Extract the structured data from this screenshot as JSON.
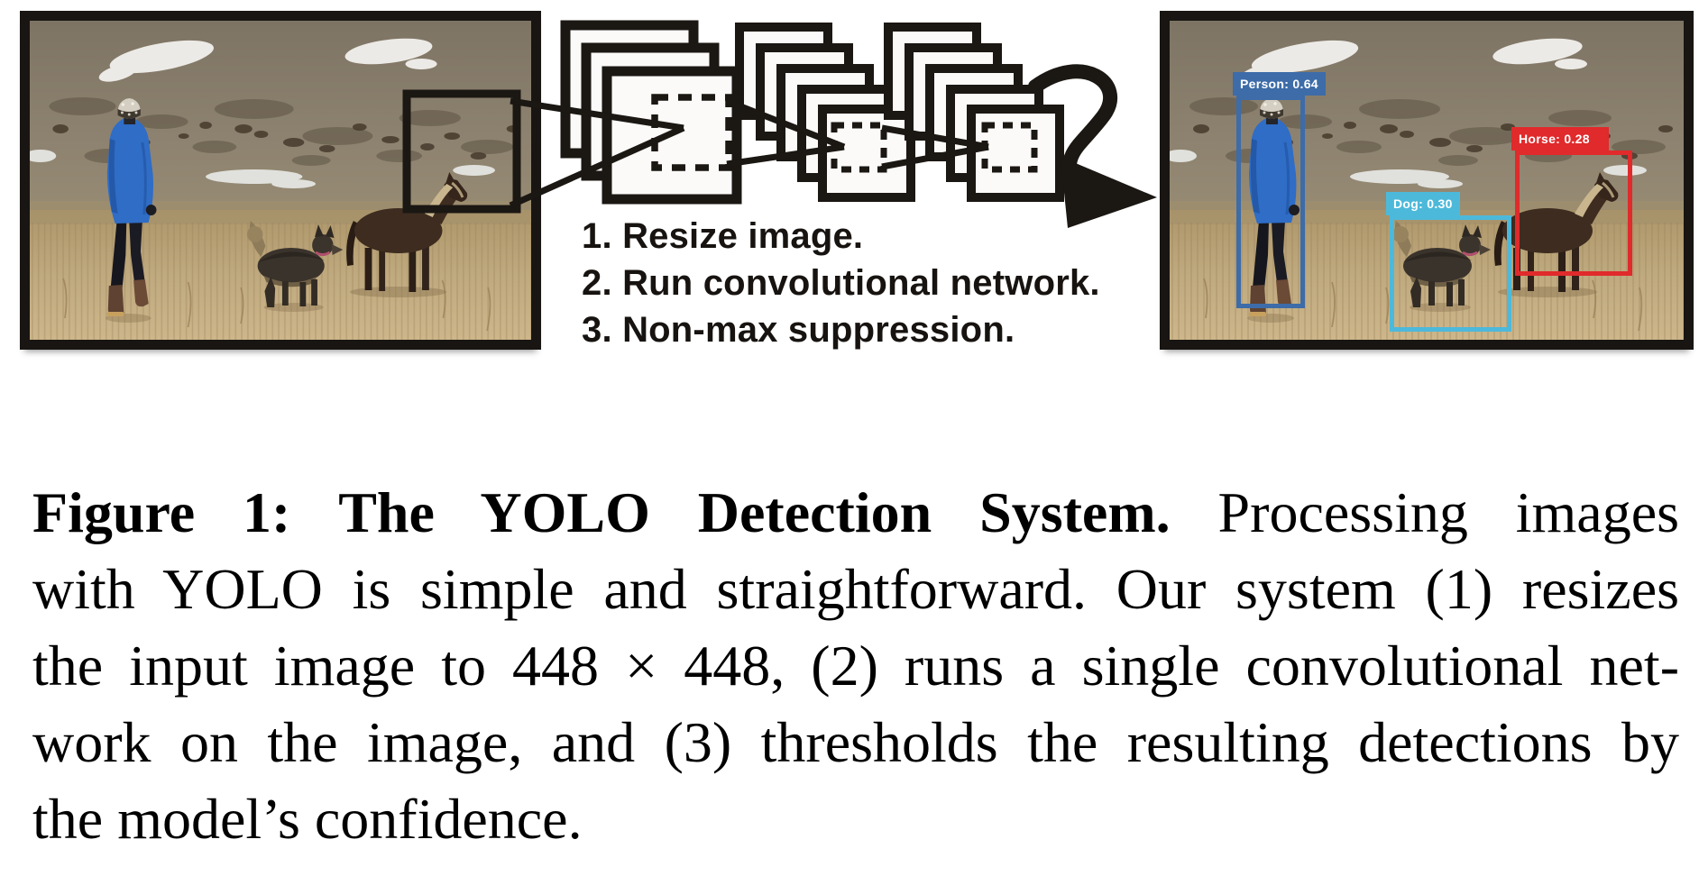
{
  "figure": {
    "steps": [
      "1. Resize image.",
      "2. Run convolutional network.",
      "3. Non-max suppression."
    ],
    "detections": [
      {
        "name": "person",
        "label": "Person: 0.64",
        "color": "#3d6ca8"
      },
      {
        "name": "dog",
        "label": "Dog: 0.30",
        "color": "#4db9da"
      },
      {
        "name": "horse",
        "label": "Horse: 0.28",
        "color": "#e02a2b"
      }
    ],
    "ink": "#1b1713"
  },
  "caption": {
    "label": "Figure 1:",
    "title": "The YOLO Detection System.",
    "line1_rest": "Processing images",
    "line2": "with YOLO is simple and straightforward. Our system (1) resizes",
    "line3": "the input image to 448 × 448, (2) runs a single convolutional net-",
    "line4": "work on the image, and (3) thresholds the resulting detections by",
    "line5": "the model’s confidence."
  }
}
